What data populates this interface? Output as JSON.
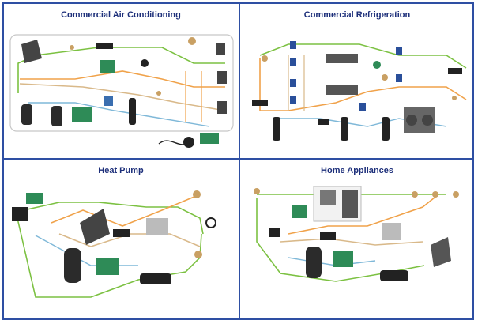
{
  "panels": [
    {
      "title": "Commercial Air Conditioning"
    },
    {
      "title": "Commercial Refrigeration"
    },
    {
      "title": "Heat Pump"
    },
    {
      "title": "Home Appliances"
    }
  ],
  "colors": {
    "border": "#2e4fa3",
    "title": "#1d2f7a",
    "pipe_green": "#7cc142",
    "pipe_orange": "#f0a24a",
    "pipe_tan": "#d9b98a",
    "pipe_blue": "#7fb8d8",
    "pipe_gray": "#b0b0b0",
    "component_dark": "#222222",
    "pcb_green": "#2e8b57",
    "valve_blue": "#2a4f9a",
    "brass": "#c9a063"
  }
}
